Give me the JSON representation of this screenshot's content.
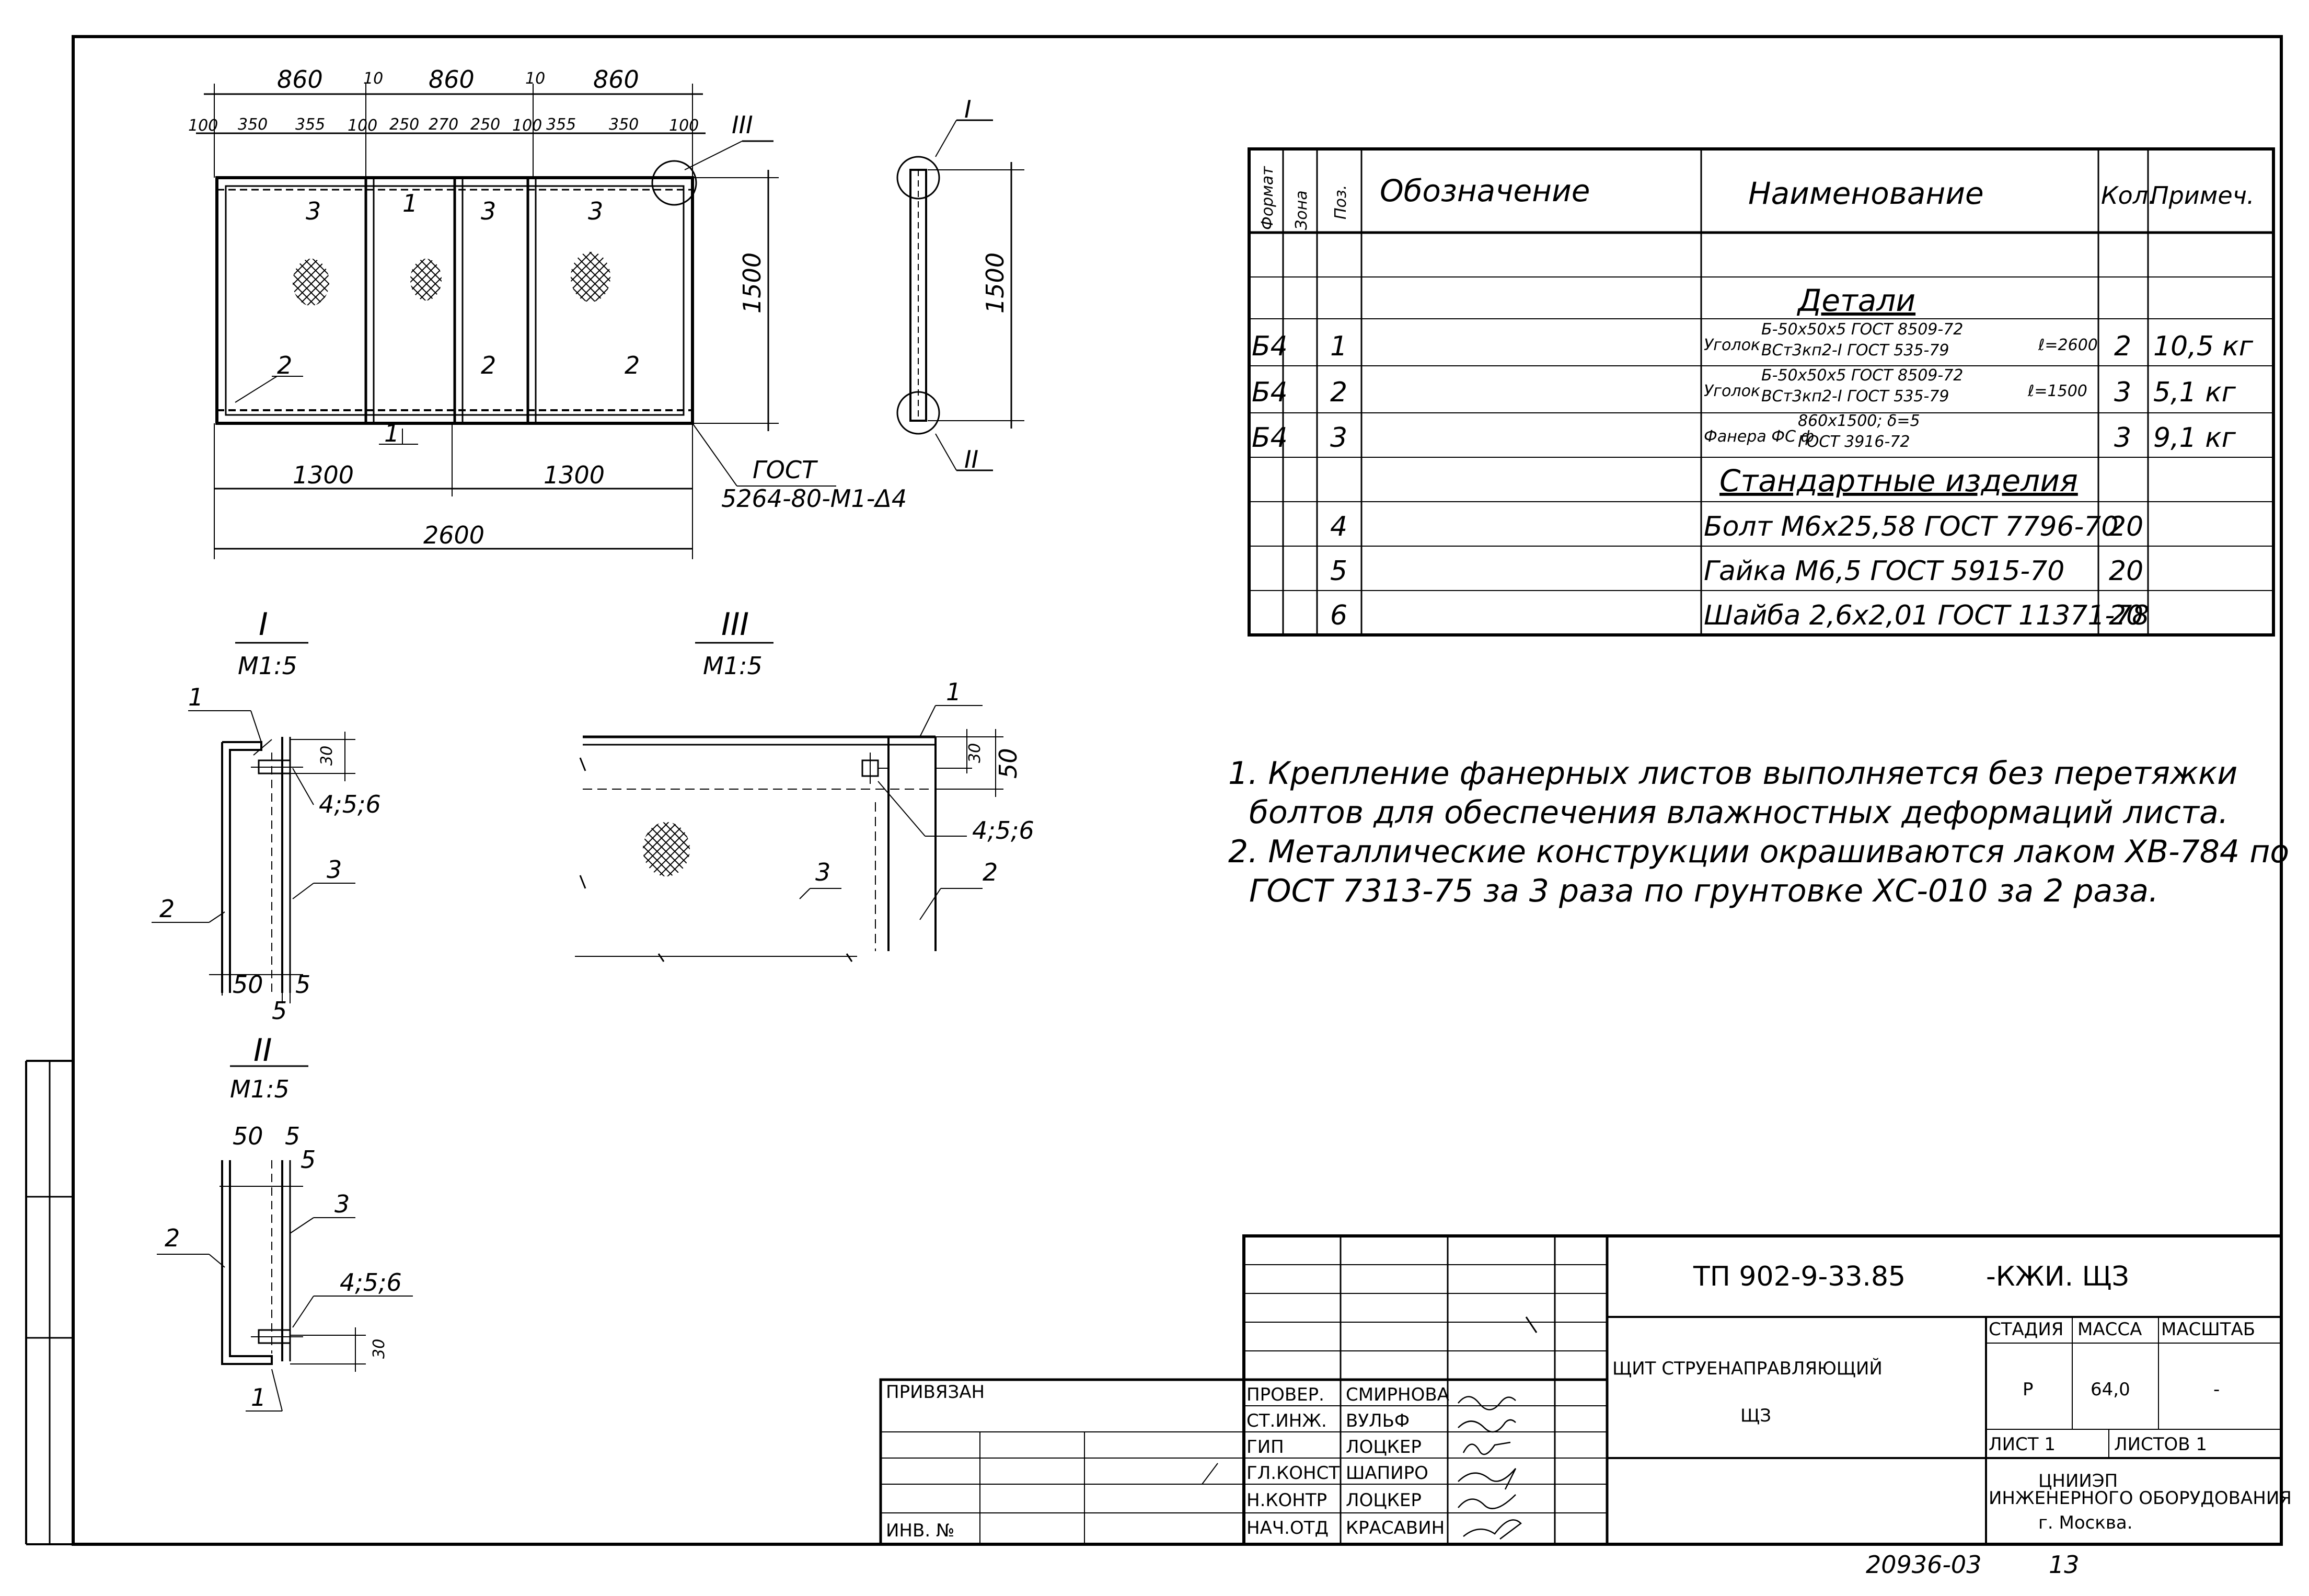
{
  "dimensions": {
    "top": [
      "860",
      "10",
      "860",
      "10",
      "860"
    ],
    "sub": [
      "100",
      "350",
      "355",
      "100",
      "250",
      "270",
      "250",
      "100",
      "355",
      "350",
      "100"
    ],
    "halves": [
      "1300",
      "1300"
    ],
    "total": "2600",
    "height": "1500",
    "side_height": "1500",
    "gost": "ГОСТ",
    "gost_code": "5264-80-М1-Δ4",
    "d30": "30",
    "d50": "50",
    "d5": "5"
  },
  "positions": {
    "p1": "1",
    "p2": "2",
    "p3": "3",
    "p456": "4;5;6"
  },
  "section_marks": {
    "I": "I",
    "II": "II",
    "III": "III"
  },
  "scale": "М1:5",
  "spec_table": {
    "headers": {
      "format": "Формат",
      "zone": "Зона",
      "pos": "Поз.",
      "designation": "Обозначение",
      "name": "Наименование",
      "qty": "Кол.",
      "note": "Примеч."
    },
    "section_details": "Детали",
    "section_standard": "Стандартные изделия",
    "rows": [
      {
        "format": "Б4",
        "pos": "1",
        "name": "Уголок",
        "name_top": "Б-50х50х5 ГОСТ 8509-72",
        "name_bottom": "ВСт3кп2-I ГОСТ 535-79",
        "name_len": "ℓ=2600",
        "qty": "2",
        "note": "10,5 кг"
      },
      {
        "format": "Б4",
        "pos": "2",
        "name": "Уголок",
        "name_top": "Б-50х50х5 ГОСТ 8509-72",
        "name_bottom": "ВСт3кп2-I ГОСТ 535-79",
        "name_len": "ℓ=1500",
        "qty": "3",
        "note": "5,1 кг"
      },
      {
        "format": "Б4",
        "pos": "3",
        "name": "Фанера ФС ф",
        "name_top": "860х1500; δ=5",
        "name_bottom": "ГОСТ 3916-72",
        "name_len": "",
        "qty": "3",
        "note": "9,1 кг"
      },
      {
        "pos": "4",
        "name": "Болт М6х25,58 ГОСТ 7796-70",
        "qty": "20"
      },
      {
        "pos": "5",
        "name": "Гайка М6,5 ГОСТ 5915-70",
        "qty": "20"
      },
      {
        "pos": "6",
        "name": "Шайба 2,6х2,01 ГОСТ 11371-78",
        "qty": "20"
      }
    ]
  },
  "notes": [
    "1. Крепление фанерных листов выполняется без перетяжки",
    "болтов для обеспечения влажностных деформаций листа.",
    "2. Металлические конструкции окрашиваются лаком ХВ-784 по",
    "ГОСТ 7313-75 за 3 раза по грунтовке ХС-010 за 2 раза."
  ],
  "title_block": {
    "code": "ТП 902-9-33.85",
    "code_suffix": "-КЖИ. ЩЗ",
    "title_line1": "ЩИТ СТРУЕНАПРАВЛЯЮЩИЙ",
    "title_line2": "ЩЗ",
    "stage_label": "СТАДИЯ",
    "mass_label": "МАССА",
    "scale_label": "МАСШТАБ",
    "stage": "Р",
    "mass": "64,0",
    "scale_value": "-",
    "sheet_label": "ЛИСТ 1",
    "sheets_label": "ЛИСТОВ 1",
    "org": "ЦНИИЭП",
    "org_sub": "ИНЖЕНЕРНОГО ОБОРУДОВАНИЯ",
    "city": "г. Москва.",
    "privyazan": "ПРИВЯЗАН",
    "inv": "ИНВ. №",
    "roles": [
      {
        "role": "ПРОВЕР.",
        "name": "СМИРНОВА"
      },
      {
        "role": "СТ.ИНЖ.",
        "name": "ВУЛЬФ"
      },
      {
        "role": "ГИП",
        "name": "ЛОЦКЕР"
      },
      {
        "role": "ГЛ.КОНСТ",
        "name": "ШАПИРО"
      },
      {
        "role": "Н.КОНТР",
        "name": "ЛОЦКЕР"
      },
      {
        "role": "НАЧ.ОТД",
        "name": "КРАСАВИН"
      }
    ]
  },
  "footer": {
    "archive": "20936-03",
    "page": "13"
  }
}
